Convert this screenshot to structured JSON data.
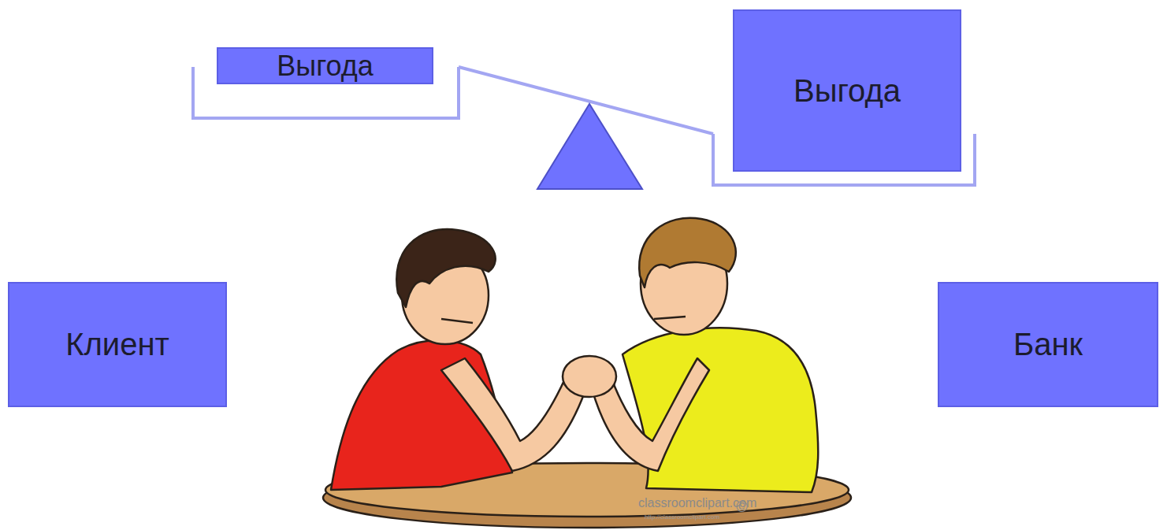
{
  "diagram": {
    "nodes": [
      {
        "text": [
          "Выгода"
        ]
      },
      {
        "text": [
          "Выгода"
        ]
      },
      {
        "text": [
          "Клиент"
        ]
      },
      {
        "text": [
          "Банк"
        ]
      }
    ],
    "labels": [
      "classroomclipart.com",
      "http://classroomclipart.com",
      "©"
    ]
  }
}
